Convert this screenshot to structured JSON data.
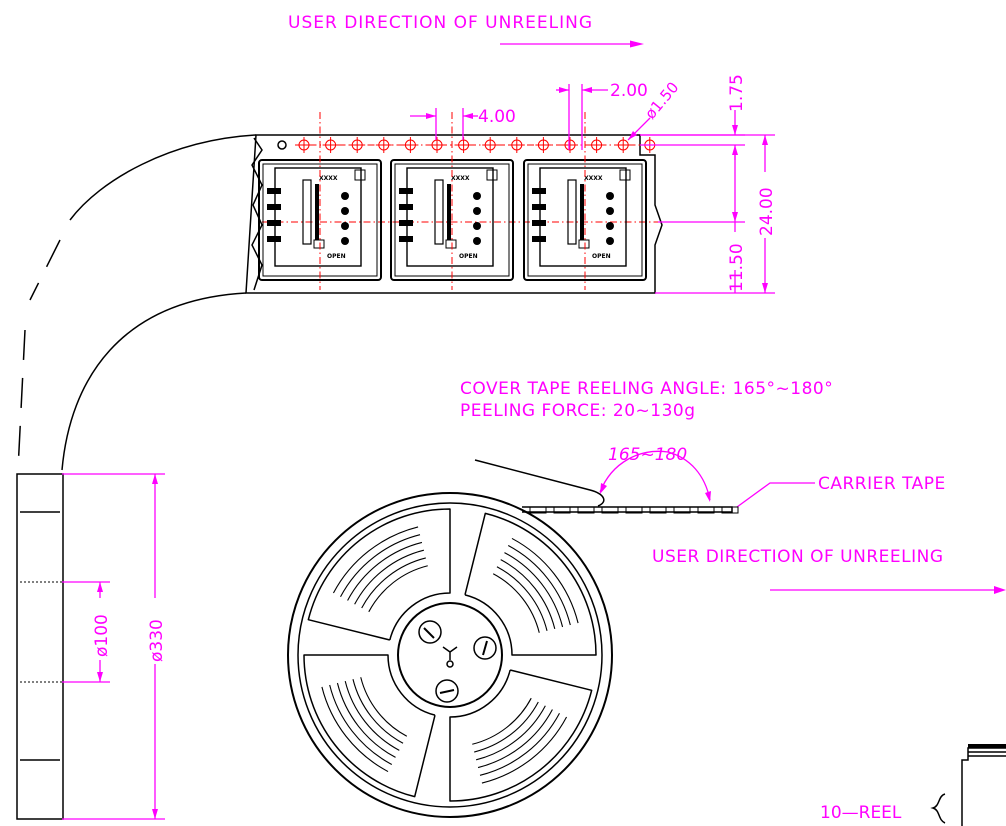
{
  "labels": {
    "top_direction": "USER DIRECTION OF UNREELING",
    "cover_angle": "COVER TAPE REELING ANGLE: 165°~180°",
    "peeling_force": "PEELING FORCE: 20~130g",
    "angle_range": "165~180",
    "carrier_tape": "CARRIER TAPE",
    "mid_direction": "USER DIRECTION OF UNREELING",
    "reel_qty": "10—REEL"
  },
  "dimensions": {
    "pitch_2": "2.00",
    "pitch_4": "4.00",
    "hole_dia": "ø1.50",
    "edge_offset": "1.75",
    "center_offset": "11.50",
    "tape_width": "24.00",
    "hub_dia": "ø100",
    "reel_dia": "ø330"
  },
  "part_marks": {
    "model": "XXXX",
    "open": "OPEN"
  },
  "colors": {
    "dimension": "#ff00ff",
    "centerline": "#ff0000",
    "outline": "#000000"
  }
}
